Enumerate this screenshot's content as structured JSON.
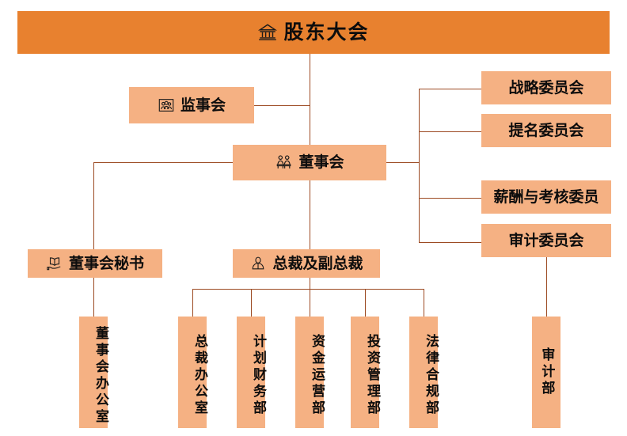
{
  "theme": {
    "banner_color": "#E8812F",
    "box_color": "#F5B183",
    "line_color": "#9C4A22",
    "text_color": "#0d0d0d",
    "background": "#ffffff"
  },
  "chart_data": {
    "type": "diagram",
    "title": "股东大会",
    "nodes": [
      {
        "id": "shareholders",
        "label": "股东大会",
        "icon": "bank-icon",
        "level": 0
      },
      {
        "id": "supervisors",
        "label": "监事会",
        "icon": "supervisors-icon",
        "level": 1
      },
      {
        "id": "board",
        "label": "董事会",
        "icon": "board-members-icon",
        "level": 1
      },
      {
        "id": "strategy-committee",
        "label": "战略委员会",
        "icon": "",
        "level": 2
      },
      {
        "id": "nomination-committee",
        "label": "提名委员会",
        "icon": "",
        "level": 2
      },
      {
        "id": "compensation-committee",
        "label": "薪酬与考核委员",
        "icon": "",
        "level": 2
      },
      {
        "id": "audit-committee",
        "label": "审计委员会",
        "icon": "",
        "level": 2
      },
      {
        "id": "board-secretary",
        "label": "董事会秘书",
        "icon": "book-hand-icon",
        "level": 2
      },
      {
        "id": "president",
        "label": "总裁及副总裁",
        "icon": "person-icon",
        "level": 2
      },
      {
        "id": "board-office",
        "label": "董事会办公室",
        "icon": "",
        "level": 3
      },
      {
        "id": "president-office",
        "label": "总裁办公室",
        "icon": "",
        "level": 3
      },
      {
        "id": "planning-finance",
        "label": "计划财务部",
        "icon": "",
        "level": 3
      },
      {
        "id": "fund-operations",
        "label": "资金运营部",
        "icon": "",
        "level": 3
      },
      {
        "id": "investment-management",
        "label": "投资管理部",
        "icon": "",
        "level": 3
      },
      {
        "id": "legal-compliance",
        "label": "法律合规部",
        "icon": "",
        "level": 3
      },
      {
        "id": "audit-department",
        "label": "审计部",
        "icon": "",
        "level": 3
      }
    ],
    "edges": [
      {
        "from": "shareholders",
        "to": "board"
      },
      {
        "from": "board",
        "to": "supervisors"
      },
      {
        "from": "board",
        "to": "strategy-committee"
      },
      {
        "from": "board",
        "to": "nomination-committee"
      },
      {
        "from": "board",
        "to": "compensation-committee"
      },
      {
        "from": "board",
        "to": "audit-committee"
      },
      {
        "from": "board",
        "to": "board-secretary"
      },
      {
        "from": "board",
        "to": "president"
      },
      {
        "from": "board-secretary",
        "to": "board-office"
      },
      {
        "from": "president",
        "to": "president-office"
      },
      {
        "from": "president",
        "to": "planning-finance"
      },
      {
        "from": "president",
        "to": "fund-operations"
      },
      {
        "from": "president",
        "to": "investment-management"
      },
      {
        "from": "president",
        "to": "legal-compliance"
      },
      {
        "from": "audit-committee",
        "to": "audit-department"
      }
    ]
  },
  "nodes": {
    "shareholders": {
      "label": "股东大会"
    },
    "supervisors": {
      "label": "监事会"
    },
    "board": {
      "label": "董事会"
    },
    "strategy_committee": {
      "label": "战略委员会"
    },
    "nomination_committee": {
      "label": "提名委员会"
    },
    "compensation_committee": {
      "label": "薪酬与考核委员"
    },
    "audit_committee": {
      "label": "审计委员会"
    },
    "board_secretary": {
      "label": "董事会秘书"
    },
    "president": {
      "label": "总裁及副总裁"
    },
    "board_office": {
      "label": "董事会办公室"
    },
    "president_office": {
      "label": "总裁办公室"
    },
    "planning_finance": {
      "label": "计划财务部"
    },
    "fund_operations": {
      "label": "资金运营部"
    },
    "investment_management": {
      "label": "投资管理部"
    },
    "legal_compliance": {
      "label": "法律合规部"
    },
    "audit_department": {
      "label": "审计部"
    }
  }
}
